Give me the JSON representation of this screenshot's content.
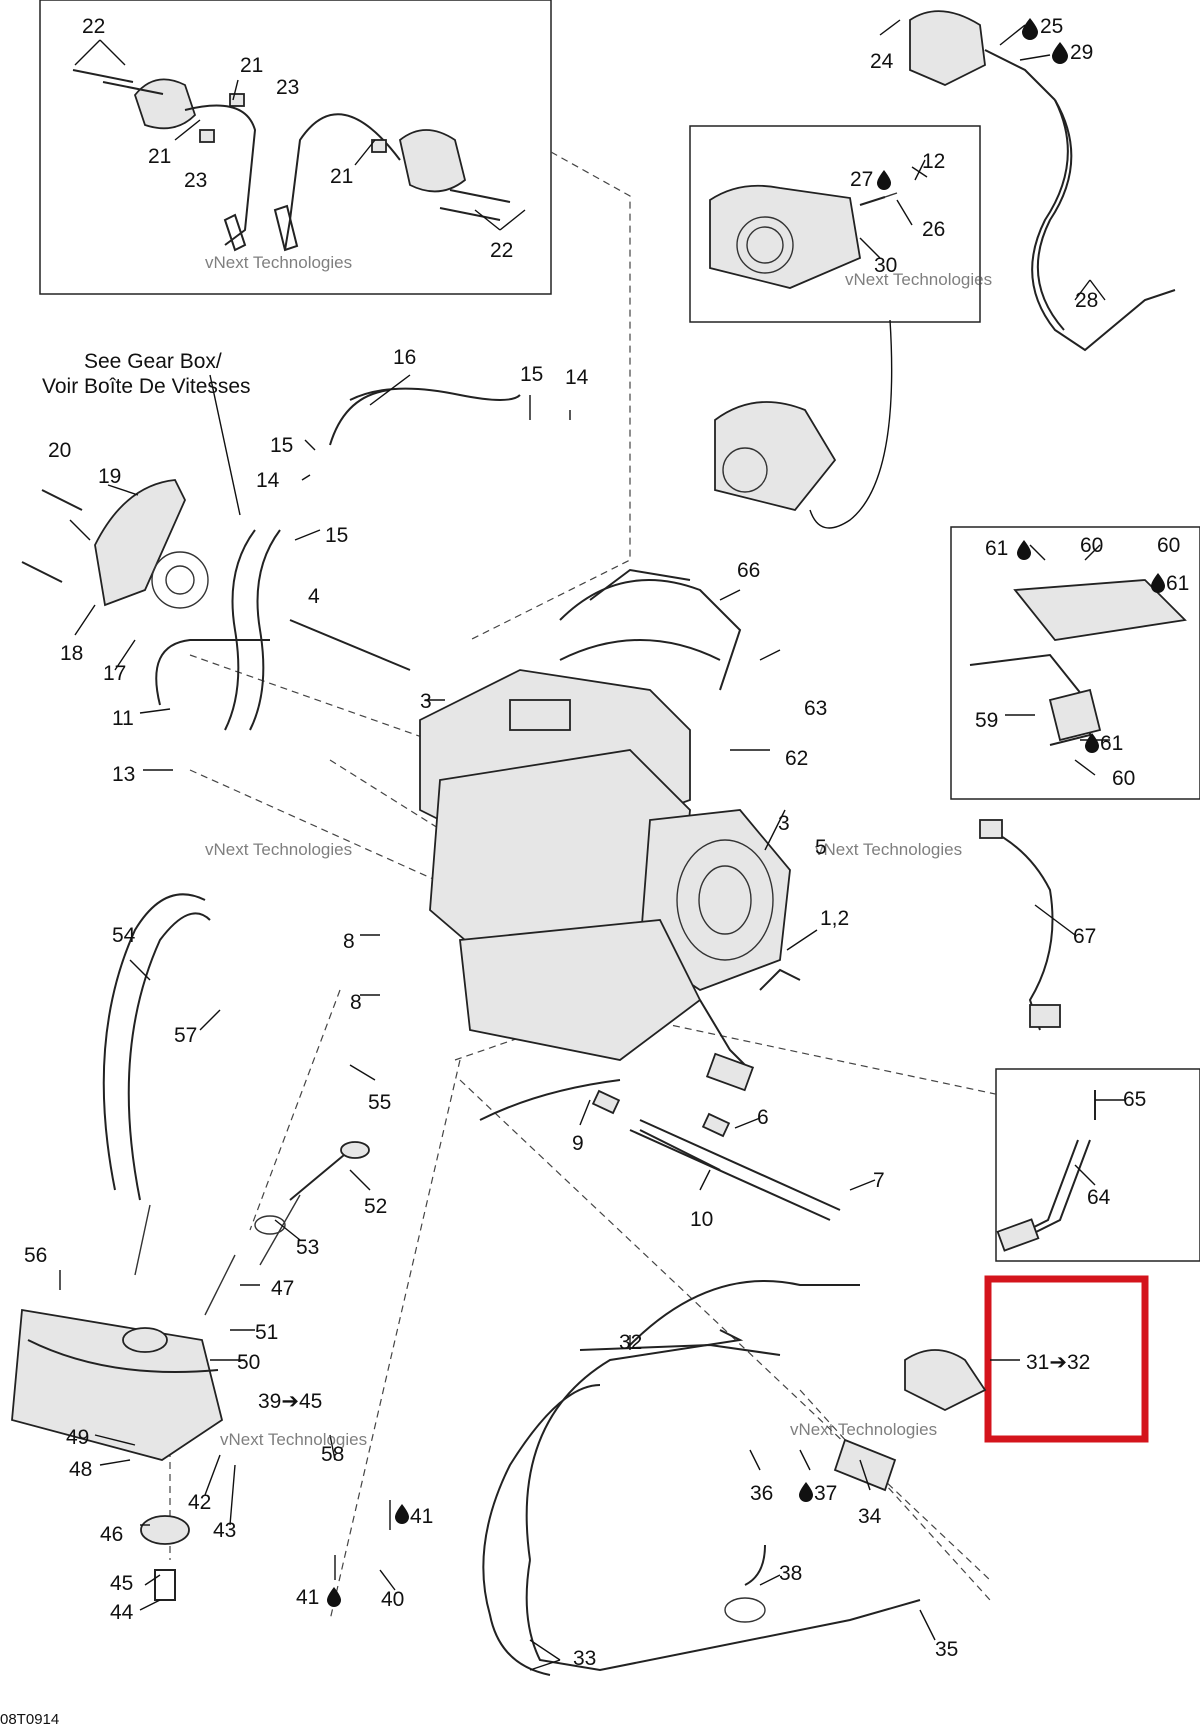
{
  "figure_code": "08T0914",
  "watermark": "vNext Technologies",
  "note_line1": "See Gear Box/",
  "note_line2": "Voir Boîte De Vitesses",
  "colors": {
    "highlight": "#d4141c",
    "ink": "#222222",
    "background": "#ffffff"
  },
  "labels": {
    "l1_2": "1,2",
    "l3a": "3",
    "l3b": "3",
    "l4": "4",
    "l5": "5",
    "l6": "6",
    "l7": "7",
    "l8a": "8",
    "l8b": "8",
    "l9": "9",
    "l10": "10",
    "l11": "11",
    "l12": "12",
    "l13": "13",
    "l14a": "14",
    "l14b": "14",
    "l15a": "15",
    "l15b": "15",
    "l15c": "15",
    "l16": "16",
    "l17": "17",
    "l18": "18",
    "l19": "19",
    "l20": "20",
    "l21a": "21",
    "l21b": "21",
    "l21c": "21",
    "l22a": "22",
    "l22b": "22",
    "l23a": "23",
    "l23b": "23",
    "l24": "24",
    "l25": "25",
    "l26": "26",
    "l27": "27",
    "l28": "28",
    "l29": "29",
    "l30": "30",
    "l31_32": "31➔32",
    "l32": "32",
    "l33": "33",
    "l34": "34",
    "l35": "35",
    "l36": "36",
    "l37": "37",
    "l38": "38",
    "l39_45": "39➔45",
    "l40": "40",
    "l41a": "41",
    "l41b": "41",
    "l42": "42",
    "l43": "43",
    "l44": "44",
    "l45": "45",
    "l46": "46",
    "l47": "47",
    "l48": "48",
    "l49": "49",
    "l50": "50",
    "l51": "51",
    "l52": "52",
    "l53": "53",
    "l54": "54",
    "l55": "55",
    "l56": "56",
    "l57": "57",
    "l58": "58",
    "l59": "59",
    "l60a": "60",
    "l60b": "60",
    "l60c": "60",
    "l61a": "61",
    "l61b": "61",
    "l61c": "61",
    "l62": "62",
    "l63": "63",
    "l64": "64",
    "l65": "65",
    "l66": "66",
    "l67": "67"
  }
}
